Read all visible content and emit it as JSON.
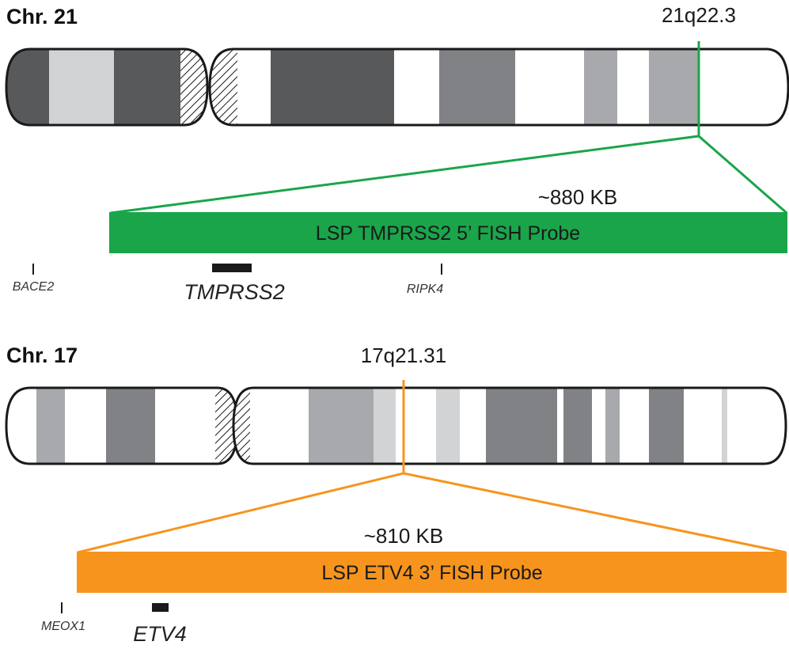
{
  "colors": {
    "green": "#1aa54b",
    "orange": "#f7941d",
    "band_dark": "#58595b",
    "band_mid": "#808285",
    "band_light": "#a7a9ac",
    "band_pale": "#d1d3d4",
    "outline": "#1a1a1a"
  },
  "chr21": {
    "label": "Chr. 21",
    "locus": "21q22.3",
    "size": "~880 KB",
    "probe_label": "LSP TMPRSS2 5’ FISH Probe",
    "genes": {
      "bace2": "BACE2",
      "tmprss2": "TMPRSS2",
      "ripk4": "RIPK4"
    }
  },
  "chr17": {
    "label": "Chr. 17",
    "locus": "17q21.31",
    "size": "~810 KB",
    "probe_label": "LSP ETV4 3’ FISH Probe",
    "genes": {
      "meox1": "MEOX1",
      "etv4": "ETV4"
    }
  }
}
